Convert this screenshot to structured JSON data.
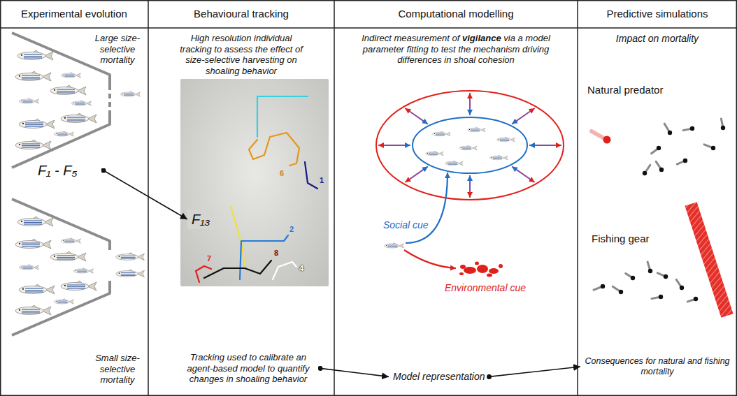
{
  "diagram": {
    "nodes": [
      {
        "text": [
          "Experimental evolution"
        ]
      },
      {
        "text": [
          "Behavioural tracking"
        ]
      },
      {
        "text": [
          "Computational modelling"
        ]
      },
      {
        "text": [
          "Predictive simulations"
        ]
      },
      {
        "text": [
          "F₁ - F₅"
        ],
        "in": 0
      },
      {
        "text": [
          "F₁₃"
        ],
        "in": 1
      },
      {
        "text": [
          "Tracking used to calibrate an agent-based model to quantify changes in shoaling behavior"
        ],
        "in": 1
      },
      {
        "text": [
          "Model representation"
        ],
        "in": 2
      },
      {
        "text": [
          "Consequences for natural and fishing mortality"
        ],
        "in": 3
      }
    ],
    "edges": [
      {
        "from": 4,
        "to": 5,
        "arrow": "to"
      },
      {
        "from": 6,
        "to": 7,
        "arrow": "to"
      },
      {
        "from": 7,
        "to": 8,
        "arrow": "to"
      }
    ],
    "labels": [
      "Large size-selective mortality",
      "Small size-selective mortality",
      "High resolution individual tracking to assess the effect of size-selective harvesting on shoaling behavior",
      "1",
      "2",
      "4",
      "6",
      "7",
      "8",
      "Indirect measurement of",
      "vigilance",
      "via a model parameter fitting to test the mechanism driving differences in shoal cohesion",
      "Social cue",
      "Environmental cue",
      "Impact on mortality",
      "Natural predator",
      "Fishing gear"
    ]
  }
}
